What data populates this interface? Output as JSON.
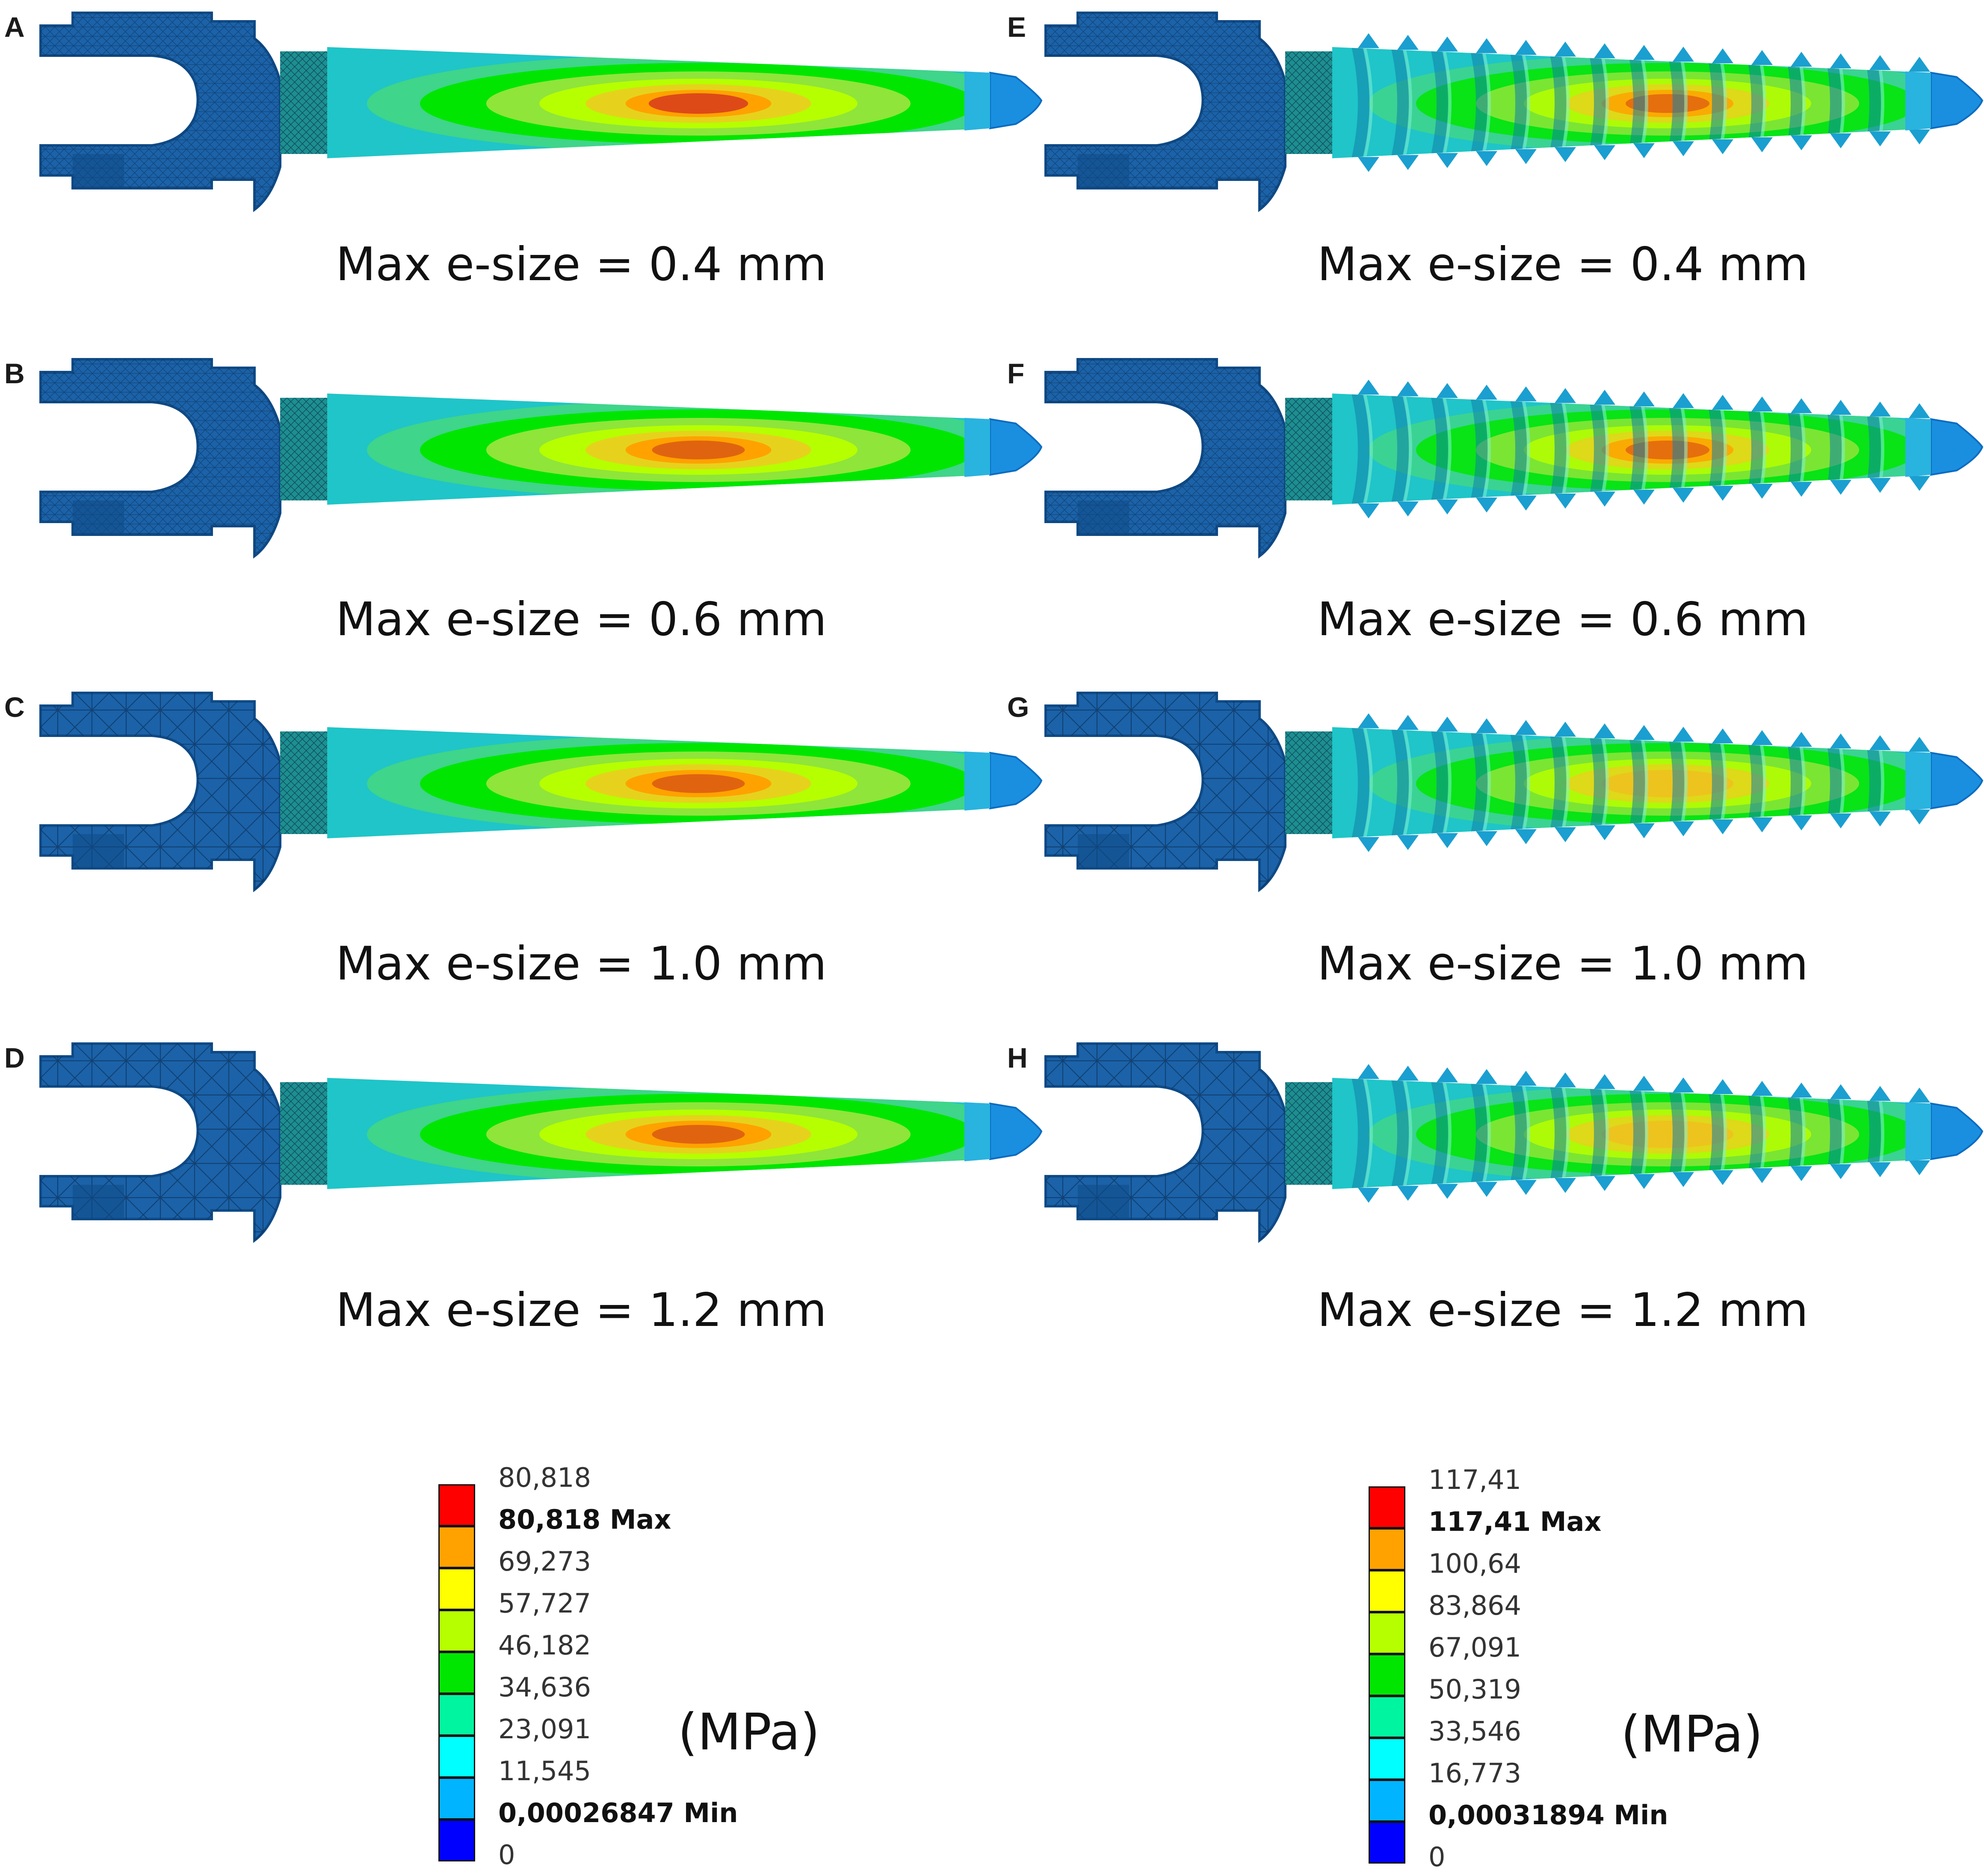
{
  "panels": [
    {
      "letter": "A",
      "caption": "Max e-size = 0.4 mm",
      "type": "smooth",
      "mesh": "fine",
      "hot": "red"
    },
    {
      "letter": "B",
      "caption": "Max e-size = 0.6 mm",
      "type": "smooth",
      "mesh": "fine",
      "hot": "orange"
    },
    {
      "letter": "C",
      "caption": "Max e-size = 1.0 mm",
      "type": "smooth",
      "mesh": "coarse",
      "hot": "orange"
    },
    {
      "letter": "D",
      "caption": "Max e-size = 1.2 mm",
      "type": "smooth",
      "mesh": "coarse",
      "hot": "orange"
    },
    {
      "letter": "E",
      "caption": "Max e-size = 0.4 mm",
      "type": "threaded",
      "mesh": "fine",
      "hot": "orange"
    },
    {
      "letter": "F",
      "caption": "Max e-size = 0.6 mm",
      "type": "threaded",
      "mesh": "fine",
      "hot": "orange"
    },
    {
      "letter": "G",
      "caption": "Max e-size = 1.0 mm",
      "type": "threaded",
      "mesh": "coarse",
      "hot": "yellow"
    },
    {
      "letter": "H",
      "caption": "Max e-size = 1.2 mm",
      "type": "threaded",
      "mesh": "coarse",
      "hot": "yellow"
    }
  ],
  "legends": [
    {
      "unit": "(MPa)",
      "labels": [
        {
          "text": "80,818",
          "bold": false
        },
        {
          "text": "80,818 Max",
          "bold": true
        },
        {
          "text": "69,273",
          "bold": false
        },
        {
          "text": "57,727",
          "bold": false
        },
        {
          "text": "46,182",
          "bold": false
        },
        {
          "text": "34,636",
          "bold": false
        },
        {
          "text": "23,091",
          "bold": false
        },
        {
          "text": "11,545",
          "bold": false
        },
        {
          "text": "0,00026847 Min",
          "bold": true
        },
        {
          "text": "0",
          "bold": false
        }
      ]
    },
    {
      "unit": "(MPa)",
      "labels": [
        {
          "text": "117,41",
          "bold": false
        },
        {
          "text": "117,41 Max",
          "bold": true
        },
        {
          "text": "100,64",
          "bold": false
        },
        {
          "text": "83,864",
          "bold": false
        },
        {
          "text": "67,091",
          "bold": false
        },
        {
          "text": "50,319",
          "bold": false
        },
        {
          "text": "33,546",
          "bold": false
        },
        {
          "text": "16,773",
          "bold": false
        },
        {
          "text": "0,00031894 Min",
          "bold": true
        },
        {
          "text": "0",
          "bold": false
        }
      ]
    }
  ],
  "colors": {
    "scale": [
      "#ff0000",
      "#ffa200",
      "#ffff00",
      "#b6ff00",
      "#00e600",
      "#00f5a0",
      "#00ffff",
      "#00b4ff",
      "#0000ff"
    ],
    "head": "#1b62a8",
    "head_dark": "#0f4a86",
    "shaft_base": "#1fc5c8",
    "tip": "#1a8fe0",
    "mesh": "#0a2c52"
  }
}
